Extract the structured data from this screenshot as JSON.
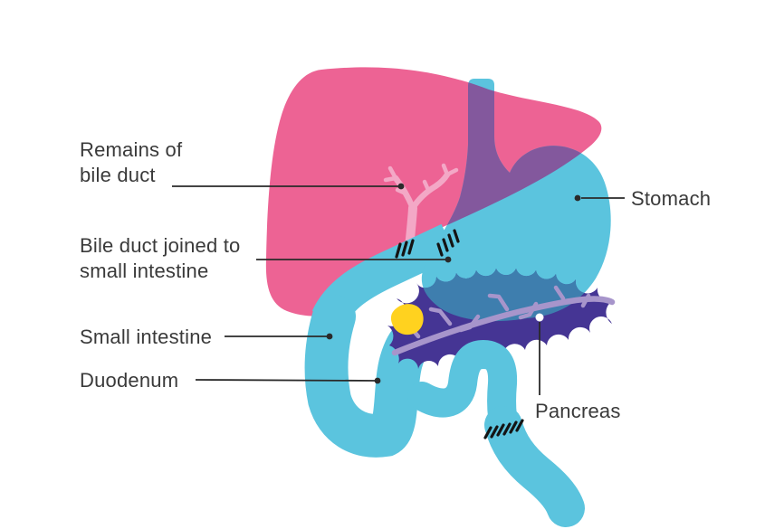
{
  "colors": {
    "background": "#FFFFFF",
    "liver": "#ED6394",
    "stomach": "#5BC4DE",
    "liver_stomach_overlap": "#83589D",
    "pancreas": "#453594",
    "pancreas_behind_stomach": "#3E7EAE",
    "pancreatic_duct": "#A795CB",
    "bile_duct": "#F3A8C6",
    "tumour": "#FFD21F",
    "suture": "#141414",
    "leader_line": "#2A2A2A",
    "label_text": "#3A3A3A",
    "open_dot": "#FFFFFF"
  },
  "labels": {
    "remains_of_bile_duct": {
      "line1": "Remains of",
      "line2": "bile duct"
    },
    "bile_duct_joined": {
      "line1": "Bile duct joined to",
      "line2": "small intestine"
    },
    "small_intestine": {
      "text": "Small intestine"
    },
    "duodenum": {
      "text": "Duodenum"
    },
    "stomach": {
      "text": "Stomach"
    },
    "pancreas": {
      "text": "Pancreas"
    }
  }
}
